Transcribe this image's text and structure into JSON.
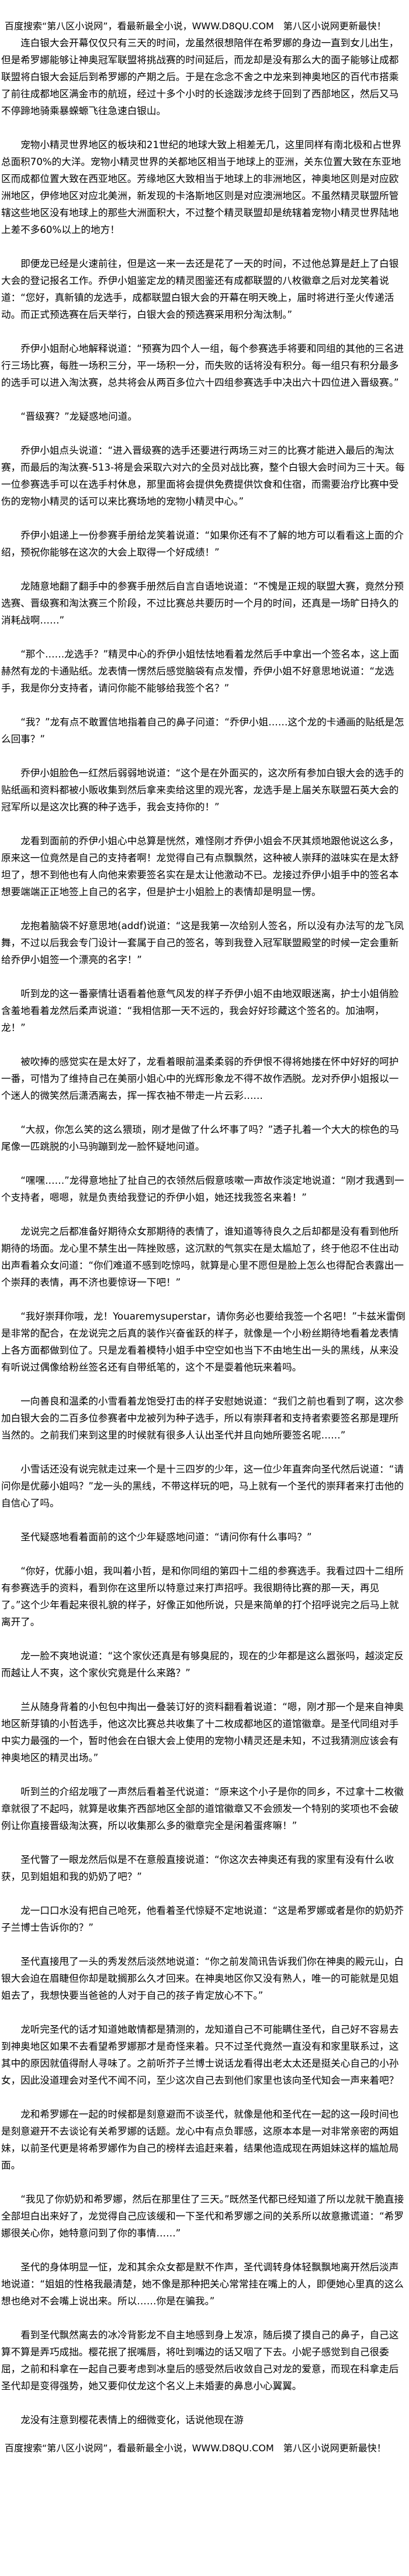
{
  "header_banner": "百度搜索“第八区小说网”，看最新最全小说，WWW.D8QU.COM　第八区小说网更新最快！",
  "paragraphs": [
    "连白银大会开幕仅仅只有三天的时间，龙虽然很想陪伴在希罗娜的身边一直到女儿出生，但是希罗娜能够让神奥冠军联盟将挑战赛的时间延后，而龙却是没有那么大的面子能够让成都联盟将白银大会延后到希罗娜的产期之后。于是在念念不舍之中龙来到神奥地区的百代市搭乘了前往成都地区满金市的航班，经过十多个小时的长途跋涉龙终于回到了西部地区，然后又马不停蹄地骑乘暴蝾螈飞往急速白银山。",
    "宠物小精灵世界地区的板块和21世纪的地球大致上相差无几，这里同样有南北极和占世界总面积70%的大洋。宠物小精灵世界的关都地区相当于地球上的亚洲，关东位置大致在东亚地区而成都位置大致在西亚地区。芳缘地区大致相当于地球上的非洲地区，神奥地区则是对应欧洲地区，伊修地区对应北美洲，新发现的卡洛斯地区则是对应澳洲地区。不虽然精灵联盟所管辖这些地区没有地球上的那些大洲面积大，不过整个精灵联盟却是统辖着宠物小精灵世界陆地上差不多60%以上的地方！",
    "即便龙已经是火速前往，但是这一来一去还是花了一天的时间，不过他总算是赶上了白银大会的登记报名工作。乔伊小姐鉴定龙的精灵图鉴还有成都联盟的八枚徽章之后对龙笑着说道：“您好，真新镇的龙选手，成都联盟白银大会的开幕在明天晚上，届时将进行圣火传递活动。而正式预选赛在后天举行，白银大会的预选赛采用积分淘汰制。”",
    "乔伊小姐耐心地解释说道：“预赛为四个人一组，每个参赛选手将要和同组的其他的三名进行三场比赛，每胜一场积三分，平一场积一分，而失败的话将没有积分。每一组只有积分最多的选手可以进入淘汰赛，总共将会从两百多位六十四组参赛选手中决出六十四位进入晋级赛。”",
    "“晋级赛？”龙疑惑地问道。",
    "乔伊小姐点头说道：“进入晋级赛的选手还要进行两场三对三的比赛才能进入最后的淘汰赛，而最后的淘汰赛-513-将是会采取六对六的全员对战比赛，整个白银大会时间为三十天。每一位参赛选手可以在选手村休息，那里面将会提供免费提供饮食和住宿，而需要治疗比赛中受伤的宠物小精灵的话可以来比赛场地的宠物小精灵中心。”",
    "乔伊小姐递上一份参赛手册给龙笑着说道：“如果你还有不了解的地方可以看看这上面的介绍，预祝你能够在这次的大会上取得一个好成绩！”",
    "龙随意地翻了翻手中的参赛手册然后自言自语地说道：“不愧是正规的联盟大赛，竟然分预选赛、晋级赛和淘汰赛三个阶段，不过比赛总共要历时一个月的时间，还真是一场旷日持久的消耗战啊……”",
    "“那个……龙选手？”精灵中心的乔伊小姐怯怯地看着龙然后手中拿出一个签名本，这上面赫然有龙的卡通贴纸。龙表情一愣然后感觉脑袋有点发懵，乔伊小姐不好意思地说道：“龙选手，我是你分支持者，请问你能不能够给我签个名？”",
    "“我？”龙有点不敢置信地指着自己的鼻子问道：“乔伊小姐……这个龙的卡通画的贴纸是怎么回事？”",
    "乔伊小姐脸色一红然后弱弱地说道：“这个是在外面买的，这次所有参加白银大会的选手的贴纸画和资料都被小贩收集到然后拿来卖给这里的观光客，龙选手是上届关东联盟石英大会的冠军所以是这次比赛的种子选手，我会支持你的！”",
    "龙看到面前的乔伊小姐心中总算是恍然，难怪刚才乔伊小姐会不厌其烦地跟他说这么多，原来这一位竟然是自己的支持者啊！龙觉得自己有点飘飘然，这种被人崇拜的滋味实在是太舒坦了，想不到他也有人向他来索要签名实在是太让他激动不已。龙接过乔伊小姐手中的签名本想要端端正正地签上自己的名字，但是护士小姐脸上的表情却是明显一愣。",
    "龙抱着脑袋不好意思地(addf)说道：“这是我第一次给别人签名，所以没有办法写的龙飞凤舞，不过以后我会专门设计一套属于自己的签名，等到我登入冠军联盟殿堂的时候一定会重新给乔伊小姐签一个漂亮的名字！”",
    "听到龙的这一番豪情壮语看着他意气风发的样子乔伊小姐不由地双眼迷离，护士小姐俏脸含羞地看着龙然后柔声说道：“我相信那一天不远的，我会好好珍藏这个签名的。加油啊，龙！”",
    "被吹捧的感觉实在是太好了，龙看着眼前温柔柔弱的乔伊恨不得将她搂在怀中好好的呵护一番，可惜为了维持自己在美丽小姐心中的光辉形象龙不得不故作洒脱。龙对乔伊小姐报以一个迷人的微笑然后潇洒离去，挥一挥衣袖不带走一片云彩……",
    "“大叔，你怎么笑的这么猥琐，刚才是做了什么坏事了吗？”透子扎着一个大大的棕色的马尾像一匹跳脱的小马驹蹦到龙一脸怀疑地问道。",
    "“嘿嘿……”龙得意地扯了扯自己的衣领然后假意咳嗽一声故作淡定地说道：“刚才我遇到一个支持者，嗯嗯，就是负责给我登记的乔伊小姐，她还找我签名来着！”",
    "龙说完之后都准备好期待众女那期待的表情了，谁知道等待良久之后却都是没有看到他所期待的场面。龙心里不禁生出一阵挫败感，这沉默的气氛实在是太尴尬了，终于他忍不住出动出声看着众女问道：“你们难道不感到吃惊吗，就算是心里不愿但是脸上怎么也得配合表露出一个崇拜的表情，再不济也要惊讶一下吧！”",
    "“我好崇拜你哦，龙！Youaremysuperstar，请你务必也要给我签一个名吧！”卡兹米雷倒是非常的配合，在龙说完之后真的装作兴奋雀跃的样子，就像是一个小粉丝期待地看着龙表情上各方面都做到位了。只是龙看着模特小姐手中空空如也当下不由地生出一头的黑线，从来没有听说过偶像给粉丝签名还有自带纸笔的，这个不是耍着他玩来着吗。",
    "一向善良和温柔的小雪看着龙饱受打击的样子安慰她说道：“我们之前也看到了啊，这次参加白银大会的二百多位参赛者中龙被列为种子选手，所以有崇拜者和支持者索要签名那是理所当然的。之前我们来到这里的时候就有很多人认出圣代并且向她所要签名呢……”",
    "小雪话还没有说完就走过来一个是十三四岁的少年，这一位少年直奔向圣代然后说道：“请问你是优藤小姐吗？”龙一头的黑线，不带这样玩的吧，马上就有一个圣代的崇拜者来打击他的自信心了吗。",
    "圣代疑惑地看着面前的这个少年疑惑地问道：“请问你有什么事吗？”",
    "“你好，优藤小姐，我叫着小哲，是和你同组的第四十二组的参赛选手。我看过四十二组所有参赛选手的资料，看到你在这里所以特意过来打声招呼。我很期待比赛的那一天，再见了。”这个少年看起来很礼貌的样子，好像正如他所说，只是来简单的打个招呼说完之后马上就离开了。",
    "龙一脸不爽地说道：“这个家伙还真是有够臭屁的，现在的少年都是这么嚣张吗，越淡定反而越让人不爽，这个家伙究竟是什么来路？”",
    "兰从随身背着的小包包中掏出一叠装订好的资料翻看着说道：“嗯，刚才那一个是来自神奥地区新芽镇的小哲选手，他这次比赛总共收集了十二枚成都地区的道馆徽章。是圣代同组对手中实力最强的一个，暂时他会在白银大会上使用的宠物小精灵还是未知，不过我猜测应该会有神奥地区的精灵出场。”",
    "听到兰的介绍龙哦了一声然后看着圣代说道：“原来这个小子是你的同乡，不过拿十二枚徽章就很了不起吗，就算是收集齐西部地区全部的道馆徽章又不会颁发一个特别的奖项也不会破例让你直接晋级淘汰赛，所以收集那么多的徽章完全是闲着蛋疼嘛！”",
    "圣代瞥了一眼龙然后似是不在意般直接说道：“你这次去神奥还有我的家里有没有什么收获，见到姐姐和我的奶奶了吧？”",
    "龙一口口水没有把自己呛死，他看着圣代惊疑不定地说道：“这是希罗娜或者是你的奶奶芥子兰博士告诉你的？”",
    "圣代直接甩了一头的秀发然后淡然地说道：“你之前发简讯告诉我们你在神奥的殿元山，白银大会迫在眉睫但你却是耽搁那么久才回来。在神奥地区你又没有熟人，唯一的可能就是见姐姐去了，我想快要当爸爸的人对于自己的孩子肯定放心不下。”",
    "龙听完圣代的话才知道她敢情都是猜测的，龙知道自己不可能瞒住圣代，自己好不容易去到神奥地区如果不去看望希罗娜那才是奇怪来着。只不过圣代竟然一直没有和家里联系过，这其中的原因就值得耐人寻味了。之前听芥子兰博士说话龙看得出老太太还是挺关心自己的小孙女，因此没道理会对圣代不闻不问，至少这次自己去到他们家里也该向圣代知会一声来着吧？",
    "龙和希罗娜在一起的时候都是刻意避而不谈圣代，就像是他和圣代在一起的这一段时间也是刻意避开不去谈论有关希罗娜的话题。龙心中有点负罪感，这原本本是一对非常亲密的两姐妹，以前圣代更是将希罗娜作为自己的榜样去追赶来着，结果他造成现在两姐妹这样的尴尬局面。",
    "“我见了你奶奶和希罗娜，然后在那里住了三天。”既然圣代都已经知道了所以龙就干脆直接全部坦白出来好了，龙觉得自己应该缓和一下圣代和希罗娜之间的关系所以故意撒谎道：“希罗娜很关心你，她特意问到了你的事情……”",
    "圣代的身体明显一怔，龙和其余众女都是默不作声，圣代调转身体轻飘飘地离开然后淡声地说道：“姐姐的性格我最清楚，她不像是那种把关心常常挂在嘴上的人，即便她心里真的这么想也绝对不会嘴上说出来。所以……你是在骗我。”",
    "看到圣代飘然离去的冰冷背影龙不自主地感到身上发凉，随后摸了摸自己的鼻子，自己这算不算是弄巧成拙。樱花抿了抿嘴唇，将吐到嘴边的话又咽了下去。小妮子感觉到自己很委屈，之前和科拿在一起自己要考虑到冰皇后的感受然后收敛自己对龙的爱意，而现在科拿走后圣代却是变得强势，她又要仰仗龙这个名义上未婚妻的鼻息小心翼翼。",
    "龙没有注意到樱花表情上的细微变化，话说他现在游"
  ],
  "footer_banner": "百度搜索“第八区小说网”，看最新最全小说，WWW.D8QU.COM　第八区小说网更新最快！"
}
